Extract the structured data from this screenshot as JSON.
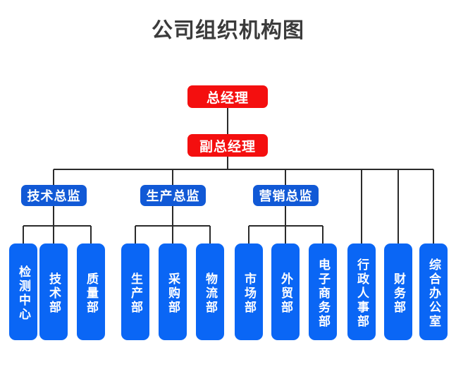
{
  "chart_data": {
    "type": "org-chart",
    "title": "公司组织机构图",
    "title_color": "#3b3b3b",
    "colors": {
      "executive": "#f40f0f",
      "director": "#1159d6",
      "department": "#0a66f5",
      "connector": "#2b2b2b",
      "background": "#ffffff",
      "node_text": "#ffffff"
    },
    "nodes": {
      "general_manager": {
        "label": "总经理",
        "level": 1,
        "type": "executive"
      },
      "deputy_general_manager": {
        "label": "副总经理",
        "level": 2,
        "type": "executive"
      },
      "directors": [
        {
          "label": "技术总监",
          "type": "director"
        },
        {
          "label": "生产总监",
          "type": "director"
        },
        {
          "label": "营销总监",
          "type": "director"
        }
      ],
      "departments": [
        {
          "label": "检测中心",
          "type": "department",
          "parent": "技术总监"
        },
        {
          "label": "技术部",
          "type": "department",
          "parent": "技术总监"
        },
        {
          "label": "质量部",
          "type": "department",
          "parent": "技术总监"
        },
        {
          "label": "生产部",
          "type": "department",
          "parent": "生产总监"
        },
        {
          "label": "采购部",
          "type": "department",
          "parent": "生产总监"
        },
        {
          "label": "物流部",
          "type": "department",
          "parent": "生产总监"
        },
        {
          "label": "市场部",
          "type": "department",
          "parent": "营销总监"
        },
        {
          "label": "外贸部",
          "type": "department",
          "parent": "营销总监"
        },
        {
          "label": "电子商务部",
          "type": "department",
          "parent": "营销总监"
        },
        {
          "label": "行政人事部",
          "type": "department",
          "parent": "副总经理"
        },
        {
          "label": "财务部",
          "type": "department",
          "parent": "副总经理"
        },
        {
          "label": "综合办公室",
          "type": "department",
          "parent": "副总经理"
        }
      ]
    },
    "hierarchy_note": "总经理 → 副总经理 → {技术总监, 生产总监, 营销总监, 行政人事部, 财务部, 综合办公室}"
  }
}
